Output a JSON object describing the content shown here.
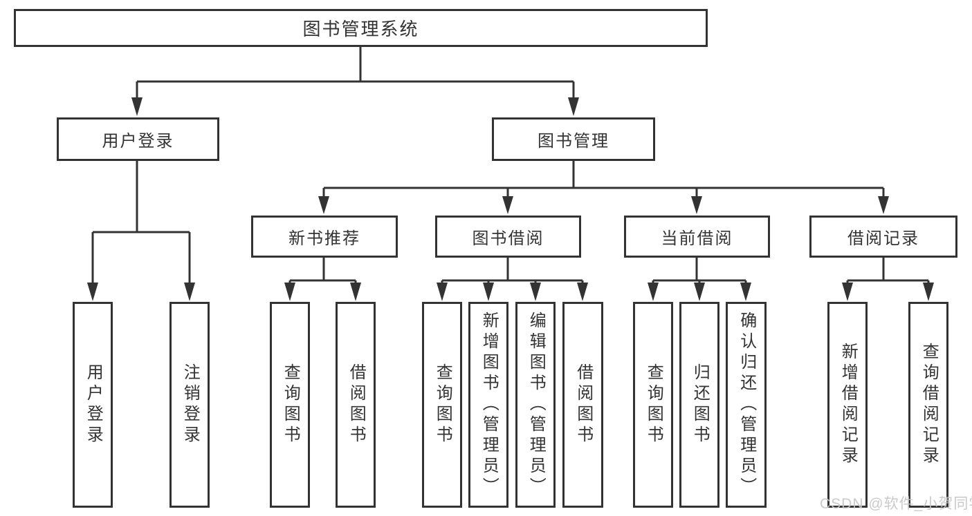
{
  "tree": {
    "root": {
      "label": "图书管理系统"
    },
    "children": [
      {
        "label": "用户登录",
        "children": [
          {
            "label": "用户登录"
          },
          {
            "label": "注销登录"
          }
        ]
      },
      {
        "label": "图书管理",
        "children": [
          {
            "label": "新书推荐",
            "children": [
              {
                "label": "查询图书"
              },
              {
                "label": "借阅图书"
              }
            ]
          },
          {
            "label": "图书借阅",
            "children": [
              {
                "label": "查询图书"
              },
              {
                "label": "新增图书（管理员）"
              },
              {
                "label": "编辑图书（管理员）"
              },
              {
                "label": "借阅图书"
              }
            ]
          },
          {
            "label": "当前借阅",
            "children": [
              {
                "label": "查询图书"
              },
              {
                "label": "归还图书"
              },
              {
                "label": "确认归还（管理员）"
              }
            ]
          },
          {
            "label": "借阅记录",
            "children": [
              {
                "label": "新增借阅记录"
              },
              {
                "label": "查询借阅记录"
              }
            ]
          }
        ]
      }
    ]
  },
  "watermark": {
    "text": "CSDN @软件_小贺同学"
  },
  "colors": {
    "line": "#333333",
    "text": "#333333",
    "background": "#ffffff",
    "watermark": "#c6c6c6"
  }
}
